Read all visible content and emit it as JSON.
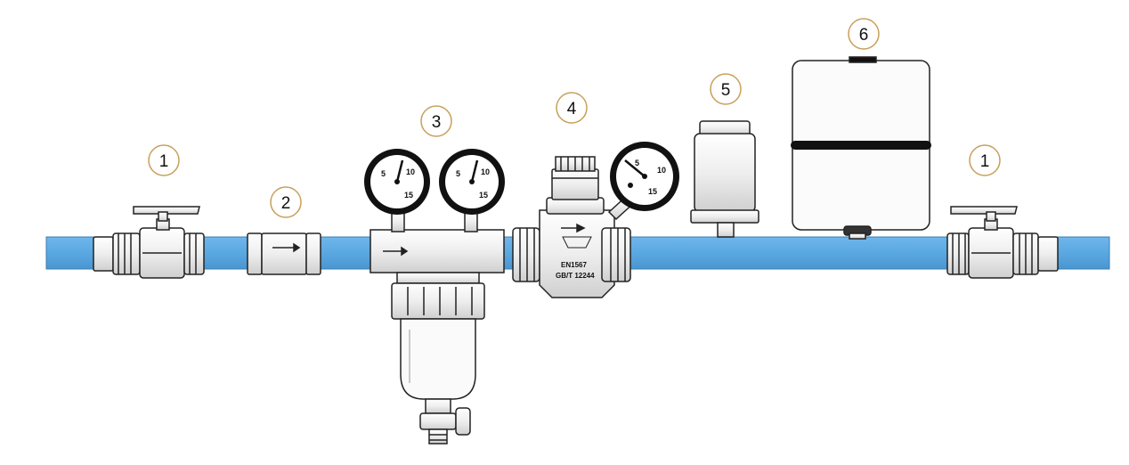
{
  "callouts": {
    "c1_left": "1",
    "c2": "2",
    "c3": "3",
    "c4": "4",
    "c5": "5",
    "c6": "6",
    "c1_right": "1"
  },
  "gauge_left": {
    "t1": "5",
    "t2": "10",
    "t3": "15"
  },
  "gauge_mid": {
    "t1": "5",
    "t2": "10",
    "t3": "15"
  },
  "gauge_reducer": {
    "t1": "5",
    "t2": "10",
    "t3": "15"
  },
  "reducer_marking": {
    "line1": "EN1567",
    "line2": "GB/T 12244"
  },
  "colors": {
    "pipe": "#5aa8e2",
    "pipe_edge": "#2e6f9f",
    "metal": "#f3f3f3",
    "outline": "#222222"
  }
}
